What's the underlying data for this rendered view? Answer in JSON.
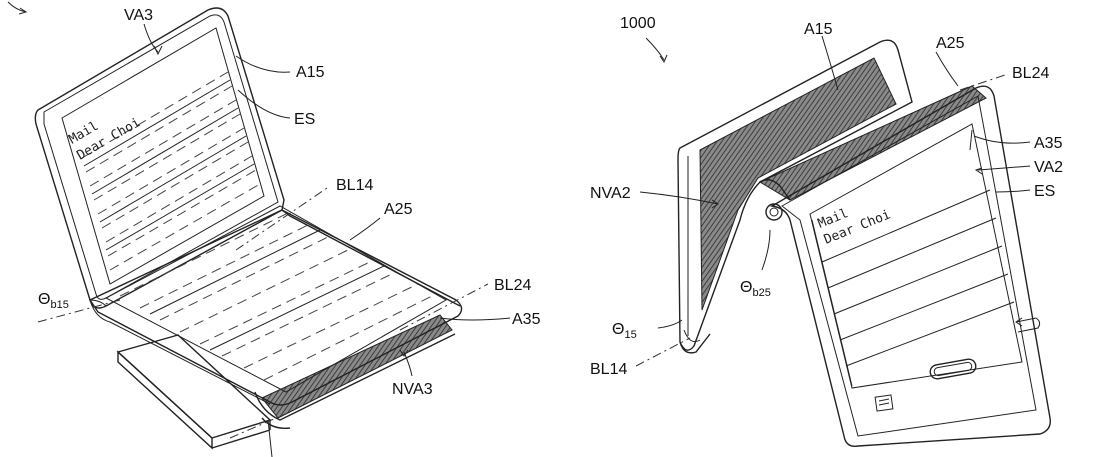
{
  "left_figure": {
    "labels": {
      "va3": "VA3",
      "a15": "A15",
      "es": "ES",
      "bl14": "BL14",
      "a25": "A25",
      "bl24": "BL24",
      "a35": "A35",
      "nva3": "NVA3",
      "theta_b15_main": "Θ",
      "theta_b15_sub": "b15"
    },
    "screen_text": [
      "Mail",
      "Dear Choi"
    ]
  },
  "right_figure": {
    "labels": {
      "ref": "1000",
      "a15": "A15",
      "a25": "A25",
      "bl24": "BL24",
      "a35": "A35",
      "va2": "VA2",
      "es": "ES",
      "nva2": "NVA2",
      "theta_b25_main": "Θ",
      "theta_b25_sub": "b25",
      "theta_15_main": "Θ",
      "theta_15_sub": "15",
      "bl14": "BL14"
    },
    "screen_text": [
      "Mail",
      "Dear Choi"
    ]
  },
  "colors": {
    "line": "#222222",
    "hatch": "#555555",
    "background": "#ffffff"
  }
}
